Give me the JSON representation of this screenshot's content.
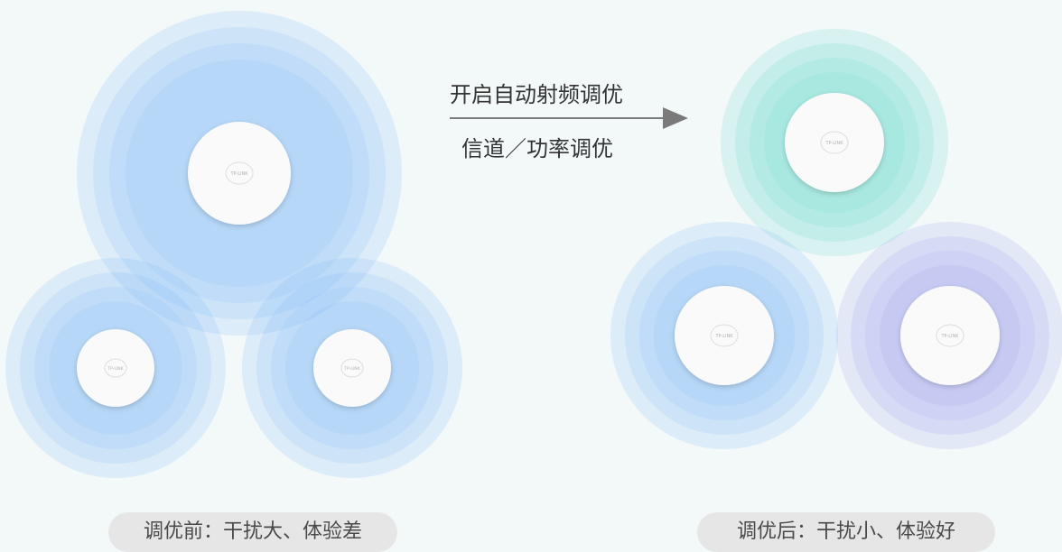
{
  "process": {
    "action_label": "开启自动射频调优",
    "sub_label": "信道／功率调优"
  },
  "before": {
    "caption": "调优前：干扰大、体验差",
    "aps": [
      {
        "name": "ap-top",
        "color": "#6ab0f7"
      },
      {
        "name": "ap-left",
        "color": "#6ab0f7"
      },
      {
        "name": "ap-right",
        "color": "#6ab0f7"
      }
    ]
  },
  "after": {
    "caption": "调优后：干扰小、体验好",
    "aps": [
      {
        "name": "ap-top",
        "color": "#57d6c8"
      },
      {
        "name": "ap-left",
        "color": "#6ab0f7"
      },
      {
        "name": "ap-right",
        "color": "#8f93ec"
      }
    ]
  },
  "device": {
    "logo_text": "TP-LINK"
  }
}
